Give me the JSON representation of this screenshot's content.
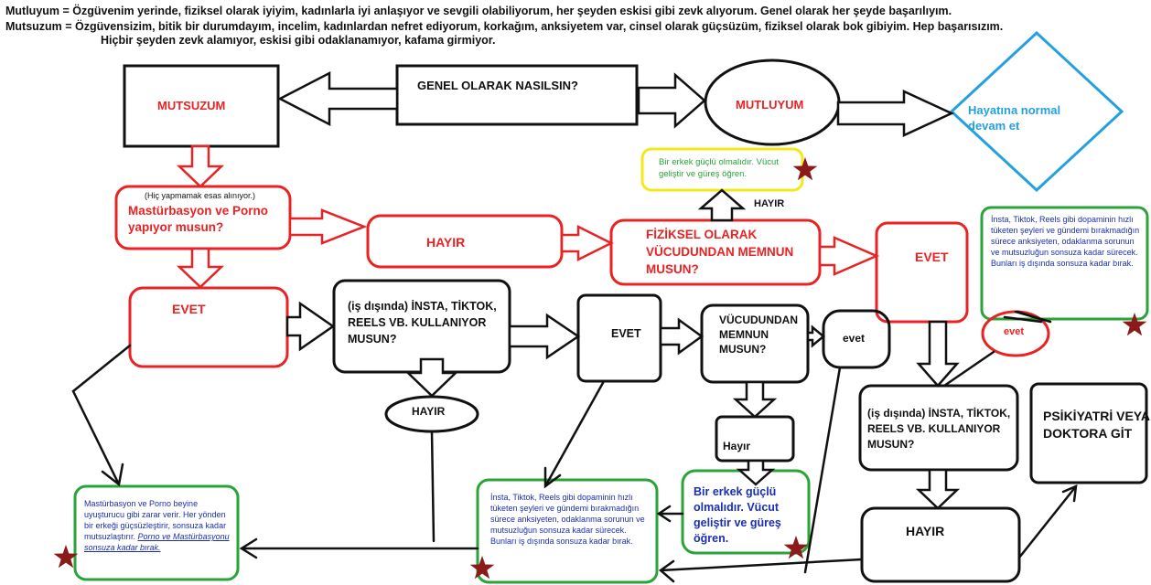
{
  "header": {
    "mutluyum_line": "Mutluyum =  Özgüvenim yerinde, fiziksel olarak iyiyim, kadınlarla iyi anlaşıyor ve sevgili olabiliyorum, her şeyden eskisi gibi zevk alıyorum.  Genel olarak her şeyde başarılıyım.",
    "mutsuzum_line": "Mutsuzum = Özgüvensizim, bitik bir durumdayım, incelim, kadınlardan nefret ediyorum, korkağım, anksiyetem var, cinsel olarak güçsüzüm, fiziksel olarak bok gibiyim.  Hep başarısızım.",
    "mutsuzum_line2": "Hiçbir şeyden zevk alamıyor, eskisi gibi odaklanamıyor, kafama girmiyor."
  },
  "nodes": {
    "genel": "GENEL OLARAK NASILSIN?",
    "mutsuzum": "MUTSUZUM",
    "mutluyum": "MUTLUYUM",
    "hayatina": "Hayatına normal devam et",
    "mast_note": "(Hiç  yapmamak esas alınıyor.)",
    "mast_q": "Mastürbasyon ve Porno yapıyor musun?",
    "hayir1": "HAYIR",
    "fiziksel": "FİZİKSEL OLARAK VÜCUDUNDAN MEMNUN MUSUN?",
    "evet_right": "EVET",
    "erkek_top": "Bir erkek güçlü olmalıdır. Vücut geliştir ve güreş öğren.",
    "hayir_top_label": "HAYIR",
    "insta_right_note": "İnsta, Tiktok, Reels gibi dopaminin hızlı tüketen şeyleri ve gündemi bırakmadığın sürece anksiyeten, odaklanma sorunun ve mutsuzluğun sonsuza kadar sürecek. Bunları iş dışında sonsuza kadar bırak.",
    "evet_left": "EVET",
    "insta_q1": "(iş dışında) İNSTA, TİKTOK, REELS VB. KULLANIYOR MUSUN?",
    "evet_mid": "EVET",
    "vucut_q": "VÜCUDUNDAN MEMNUN MUSUN?",
    "evet_small": "evet",
    "hayir_ellipse": "HAYIR",
    "hayir_small": "Hayır",
    "evet_red_ellipse": "evet",
    "insta_q2": "(iş dışında) İNSTA, TİKTOK, REELS VB. KULLANIYOR MUSUN?",
    "psikiyatri": "PSİKİYATRİ VEYA DOKTORA GİT",
    "hayir_bottom": "HAYIR",
    "mast_advice": "Mastürbasyon ve Porno beyine uyuşturucu gibi zarar verir. Her yönden bir erkeği güçsüzleştirir, sonsuza kadar mutsuzlaştırır.",
    "mast_advice_link": "Porno ve Mastürbasyonu sonsuza kadar bırak.",
    "insta_mid_note": "İnsta, Tiktok, Reels gibi dopaminin hızlı tüketen şeyleri ve gündemi bırakmadığın sürece anksiyeten, odaklanma sorunun ve mutsuzluğun sonsuza kadar sürecek. Bunları iş dışında sonsuza kadar bırak.",
    "erkek_bottom": "Bir erkek güçlü olmalıdır. Vücut geliştir ve güreş öğren."
  },
  "colors": {
    "red": "#e82323",
    "black": "#111111",
    "green": "#2aa338",
    "yellow": "#f2e81a",
    "cyan": "#22a1e0",
    "blue_text": "#1a2fb5",
    "star": "#8b1a1a"
  },
  "icons": [
    "star-icon"
  ]
}
